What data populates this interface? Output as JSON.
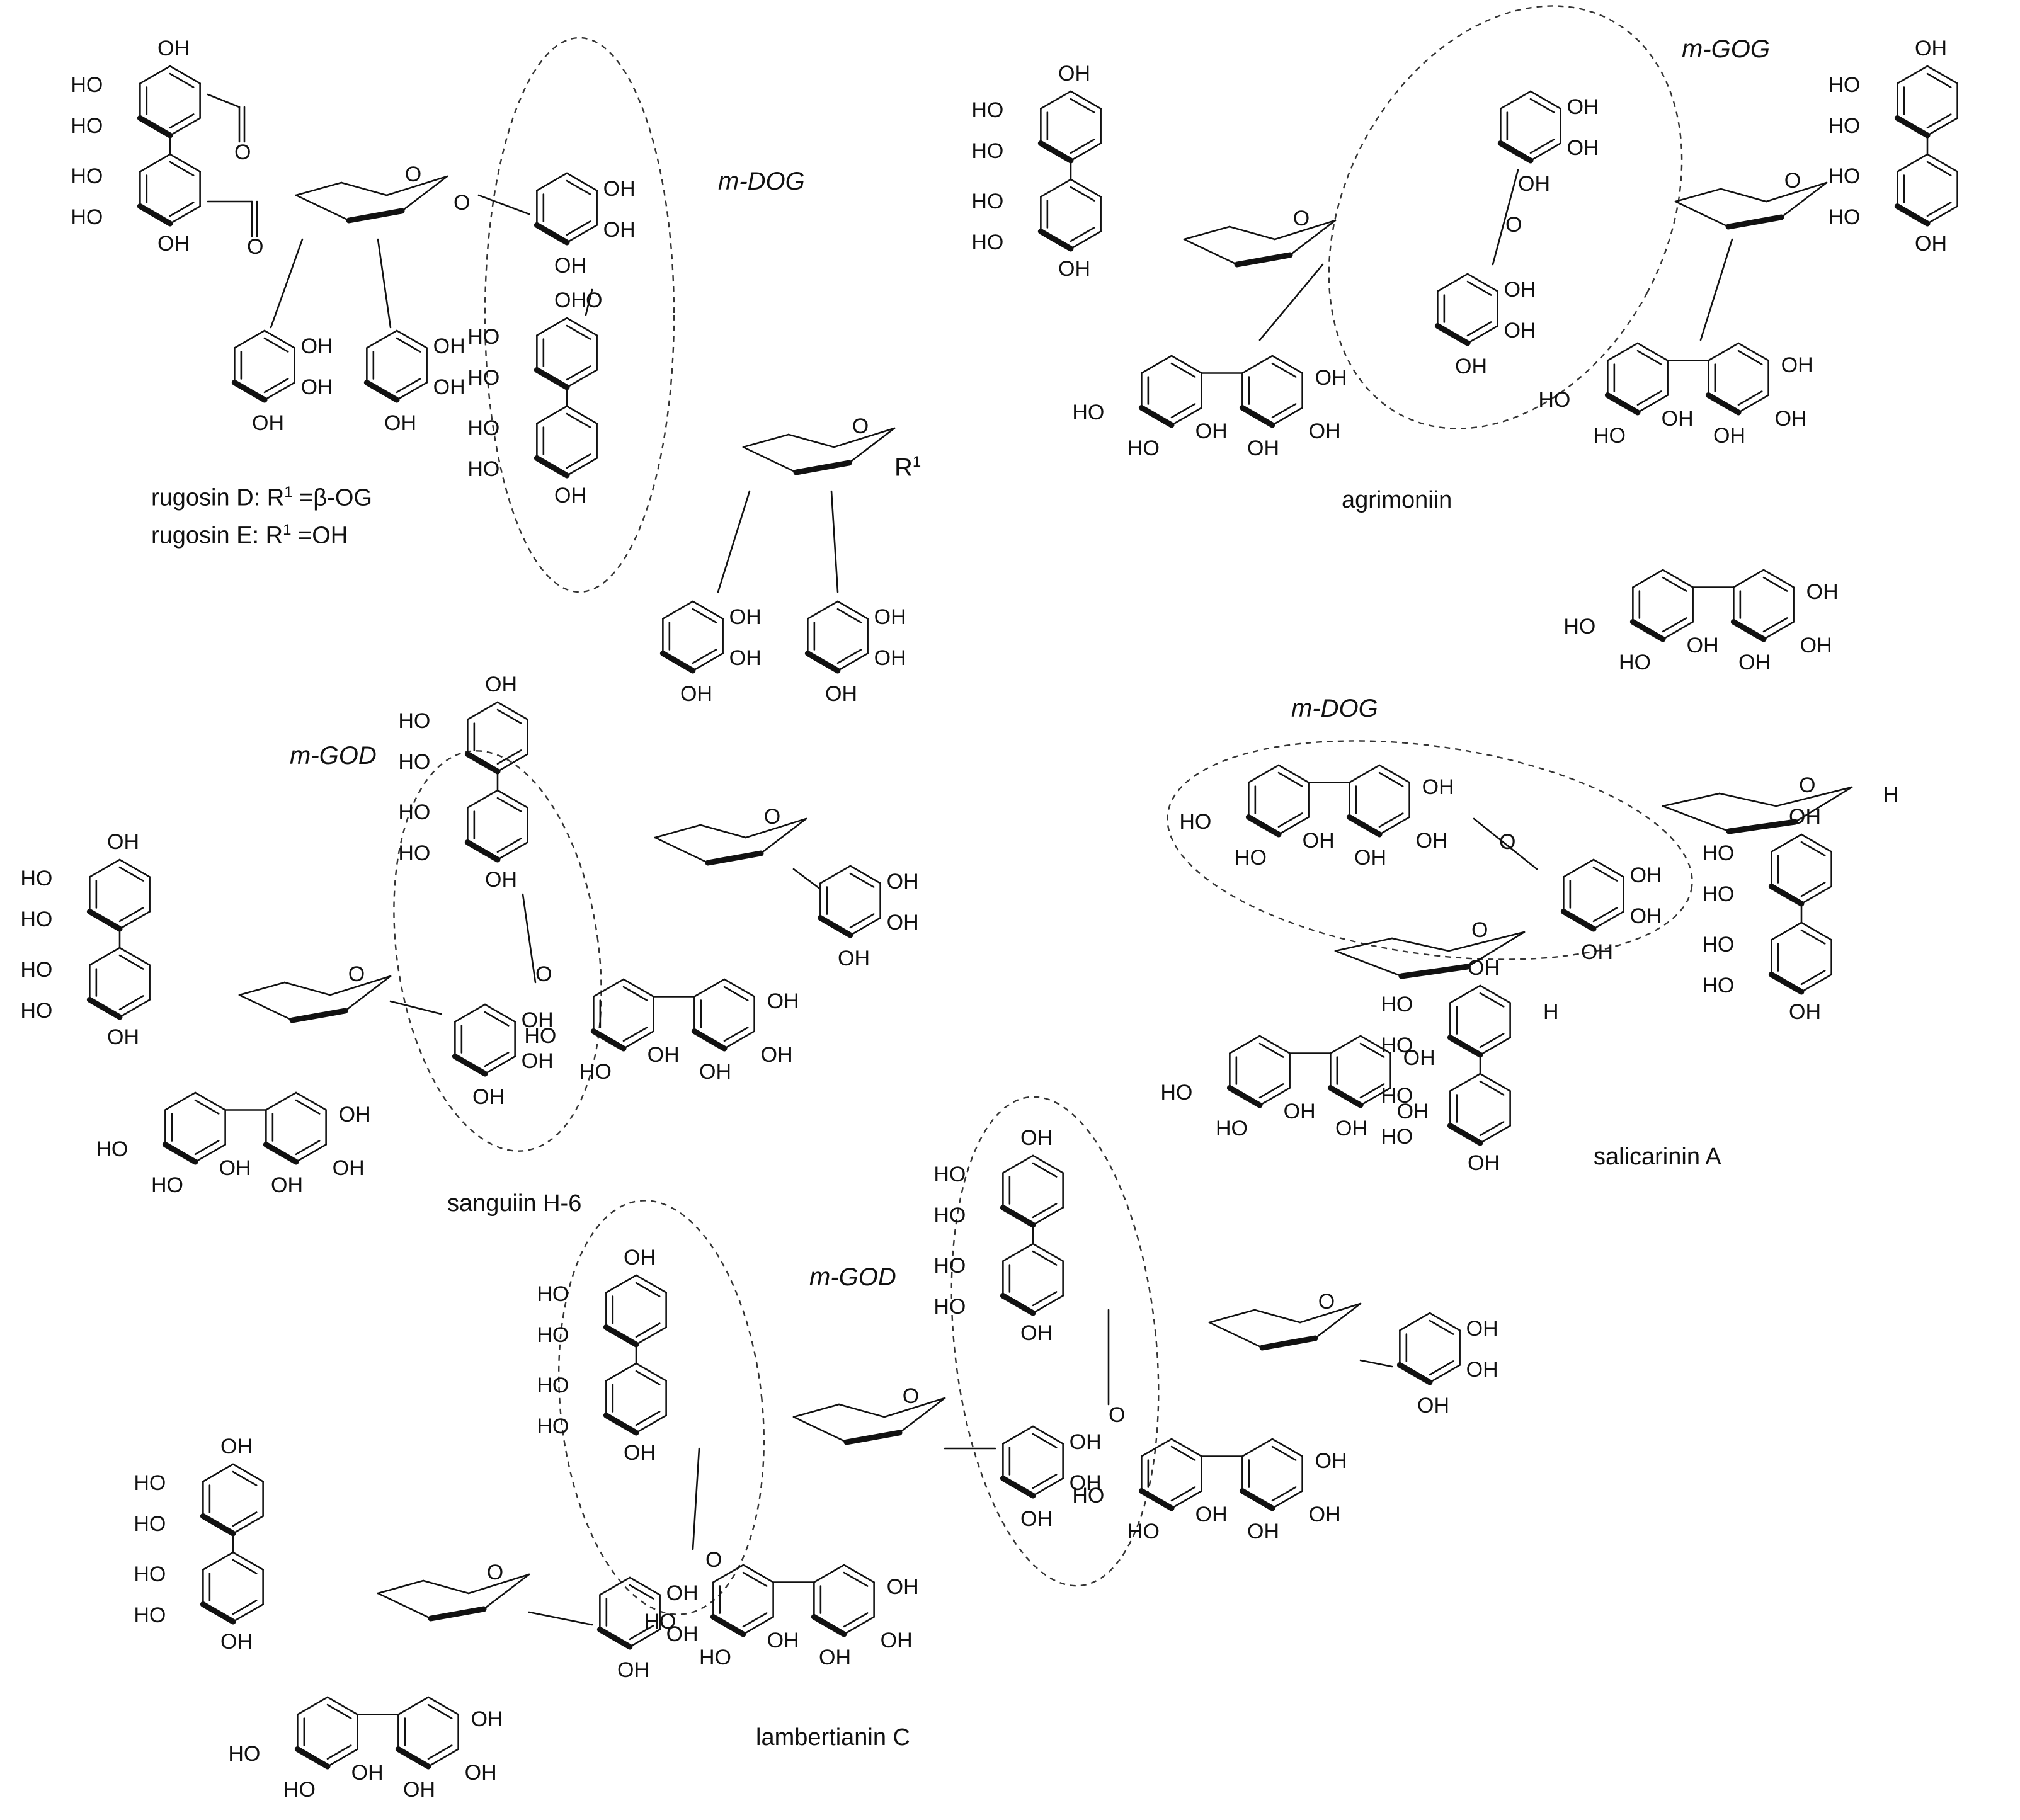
{
  "colors": {
    "ink": "#111111",
    "dash": "#333333",
    "background": "#ffffff"
  },
  "compounds": {
    "rugosin": {
      "line_d": "rugosin D: R",
      "line_d_sup": "1",
      "line_d_rest": " =β-OG",
      "line_e": "rugosin E: R",
      "line_e_sup": "1",
      "line_e_rest": " =OH",
      "motif": "m-DOG",
      "r_group": "R",
      "r_group_sup": "1"
    },
    "agrimoniin": {
      "name": "agrimoniin",
      "motif": "m-GOG"
    },
    "sanguiin_h6": {
      "name": "sanguiin H-6",
      "motif": "m-GOD"
    },
    "salicarinin_a": {
      "name": "salicarinin A",
      "motif": "m-DOG"
    },
    "lambertianin_c": {
      "name": "lambertianin C",
      "motif": "m-GOD"
    }
  },
  "atoms": {
    "hydroxyl": "OH",
    "hydroxyl_left": "HO",
    "oxygen": "O",
    "hydrogen": "H"
  }
}
